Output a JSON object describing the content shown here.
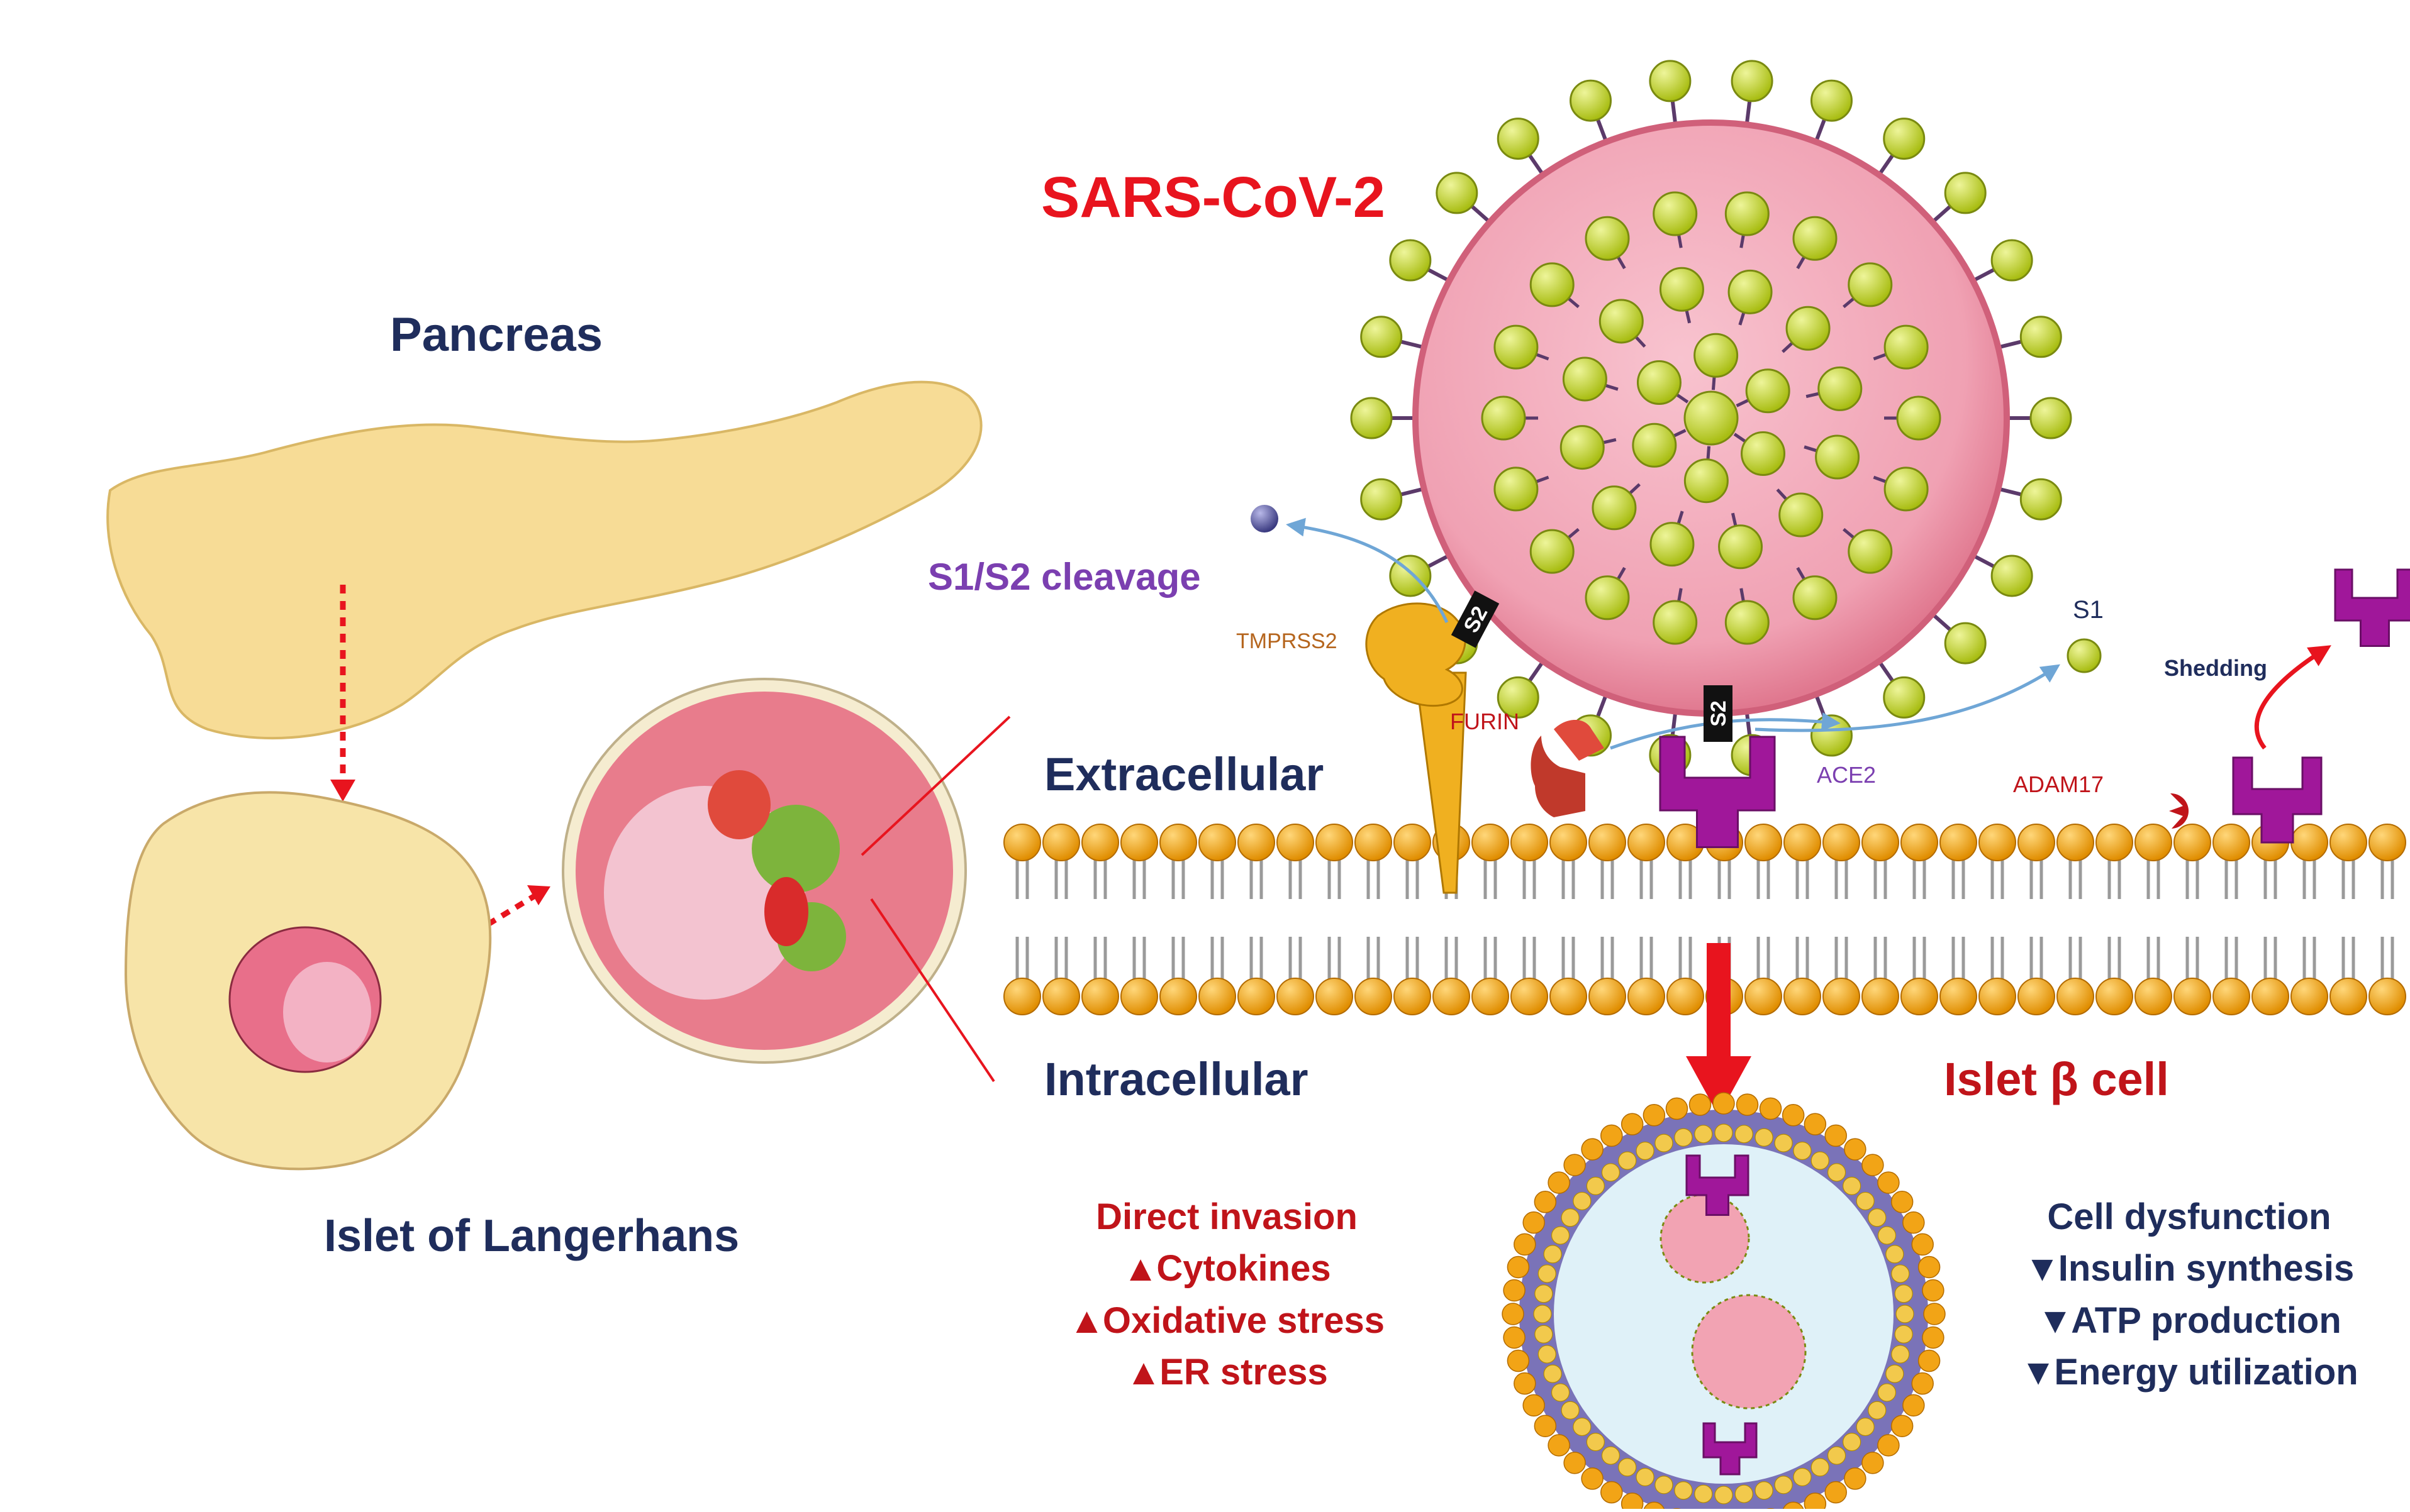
{
  "labels": {
    "pancreas": "Pancreas",
    "islet_of_langerhans": "Islet of Langerhans",
    "sars_cov_2": "SARS-CoV-2",
    "s1s2_cleavage": "S1/S2 cleavage",
    "tmprss2": "TMPRSS2",
    "furin": "FURIN",
    "ace2": "ACE2",
    "s1": "S1",
    "s2_a": "S2",
    "s2_b": "S2",
    "shedding": "Shedding",
    "adam17": "ADAM17",
    "extracellular": "Extracellular",
    "intracellular": "Intracellular",
    "islet_beta_cell": "Islet β cell"
  },
  "effects_left": {
    "title": "Direct invasion",
    "items": [
      {
        "direction": "up",
        "icon": "up-arrow-icon",
        "text": "Cytokines"
      },
      {
        "direction": "up",
        "icon": "up-arrow-icon",
        "text": "Oxidative stress"
      },
      {
        "direction": "up",
        "icon": "up-arrow-icon",
        "text": "ER stress"
      }
    ]
  },
  "effects_right": {
    "title": "Cell dysfunction",
    "items": [
      {
        "direction": "down",
        "icon": "down-arrow-icon",
        "text": "Insulin synthesis"
      },
      {
        "direction": "down",
        "icon": "down-arrow-icon",
        "text": "ATP production"
      },
      {
        "direction": "down",
        "icon": "down-arrow-icon",
        "text": "Energy utilization"
      }
    ]
  },
  "colors": {
    "navy_text": "#1f2d5c",
    "red_title": "#e8141e",
    "dark_red_text": "#c0141a",
    "purple_text": "#7b3fb0",
    "virus_body": "#f2a3b3",
    "spike_head": "#c5d82a",
    "membrane_head": "#f2a416",
    "ace2": "#a0179a",
    "tmprss2": "#f0b020",
    "pancreas": "#f7dc96"
  }
}
